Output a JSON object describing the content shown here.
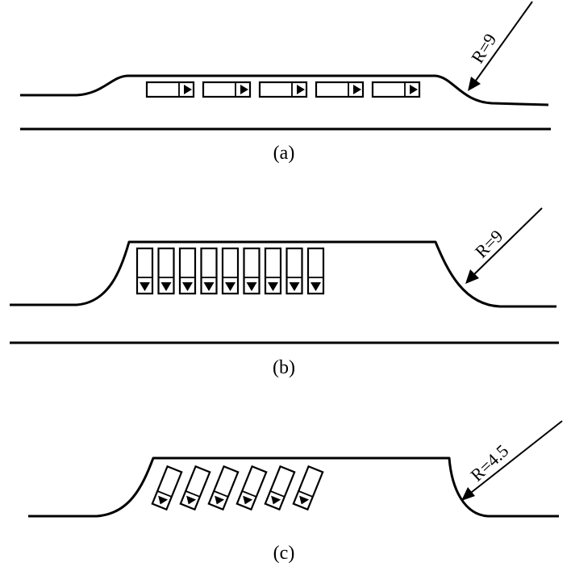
{
  "panels": [
    {
      "id": "a",
      "caption": "(a)",
      "radius_label": "R=9",
      "layout": "parallel",
      "car_count": 5
    },
    {
      "id": "b",
      "caption": "(b)",
      "radius_label": "R=9",
      "layout": "perpendicular",
      "car_count": 9
    },
    {
      "id": "c",
      "caption": "(c)",
      "radius_label": "R=4.5",
      "layout": "angled",
      "car_count": 6
    }
  ],
  "colors": {
    "line": "#000000",
    "background": "#ffffff"
  }
}
